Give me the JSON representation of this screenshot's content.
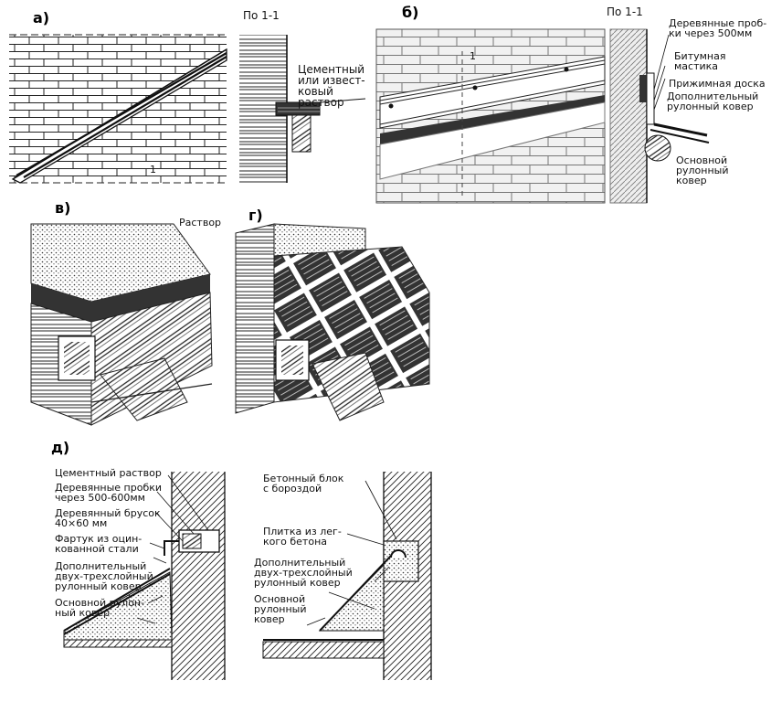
{
  "panels": {
    "a": {
      "letter": "а)",
      "section": "По 1-1",
      "cut": "1",
      "mortar": "Цементный\nили извест-\nковый\nраствор"
    },
    "b": {
      "letter": "б)",
      "section": "По 1-1",
      "cut": "1",
      "plugs": "Деревянные проб-\nки через 500мм",
      "mastic": "Битумная\nмастика",
      "board": "Прижимная доска",
      "extra_carpet": "Дополнительный\nрулонный ковер",
      "main_carpet": "Основной\nрулонный\nковер"
    },
    "v": {
      "letter": "в)",
      "mortar": "Раствор"
    },
    "g": {
      "letter": "г)"
    },
    "d": {
      "letter": "д)",
      "cement": "Цементный раствор",
      "plugs": "Деревянные пробки\nчерез 500-600мм",
      "bar": "Деревянный брусок\n40×60 мм",
      "apron": "Фартук из оцин-\nкованной стали",
      "extra_carpet": "Дополнительный\nдвух-трехслойный\nрулонный ковер",
      "main_carpet": "Основной рулон-\nный ковер",
      "block": "Бетонный блок\nс бороздой",
      "tile": "Плитка из лег-\nкого бетона",
      "extra_carpet2": "Дополнительный\nдвух-трехслойный\nрулонный ковер",
      "main_carpet2": "Основной\nрулонный\nковер"
    }
  }
}
